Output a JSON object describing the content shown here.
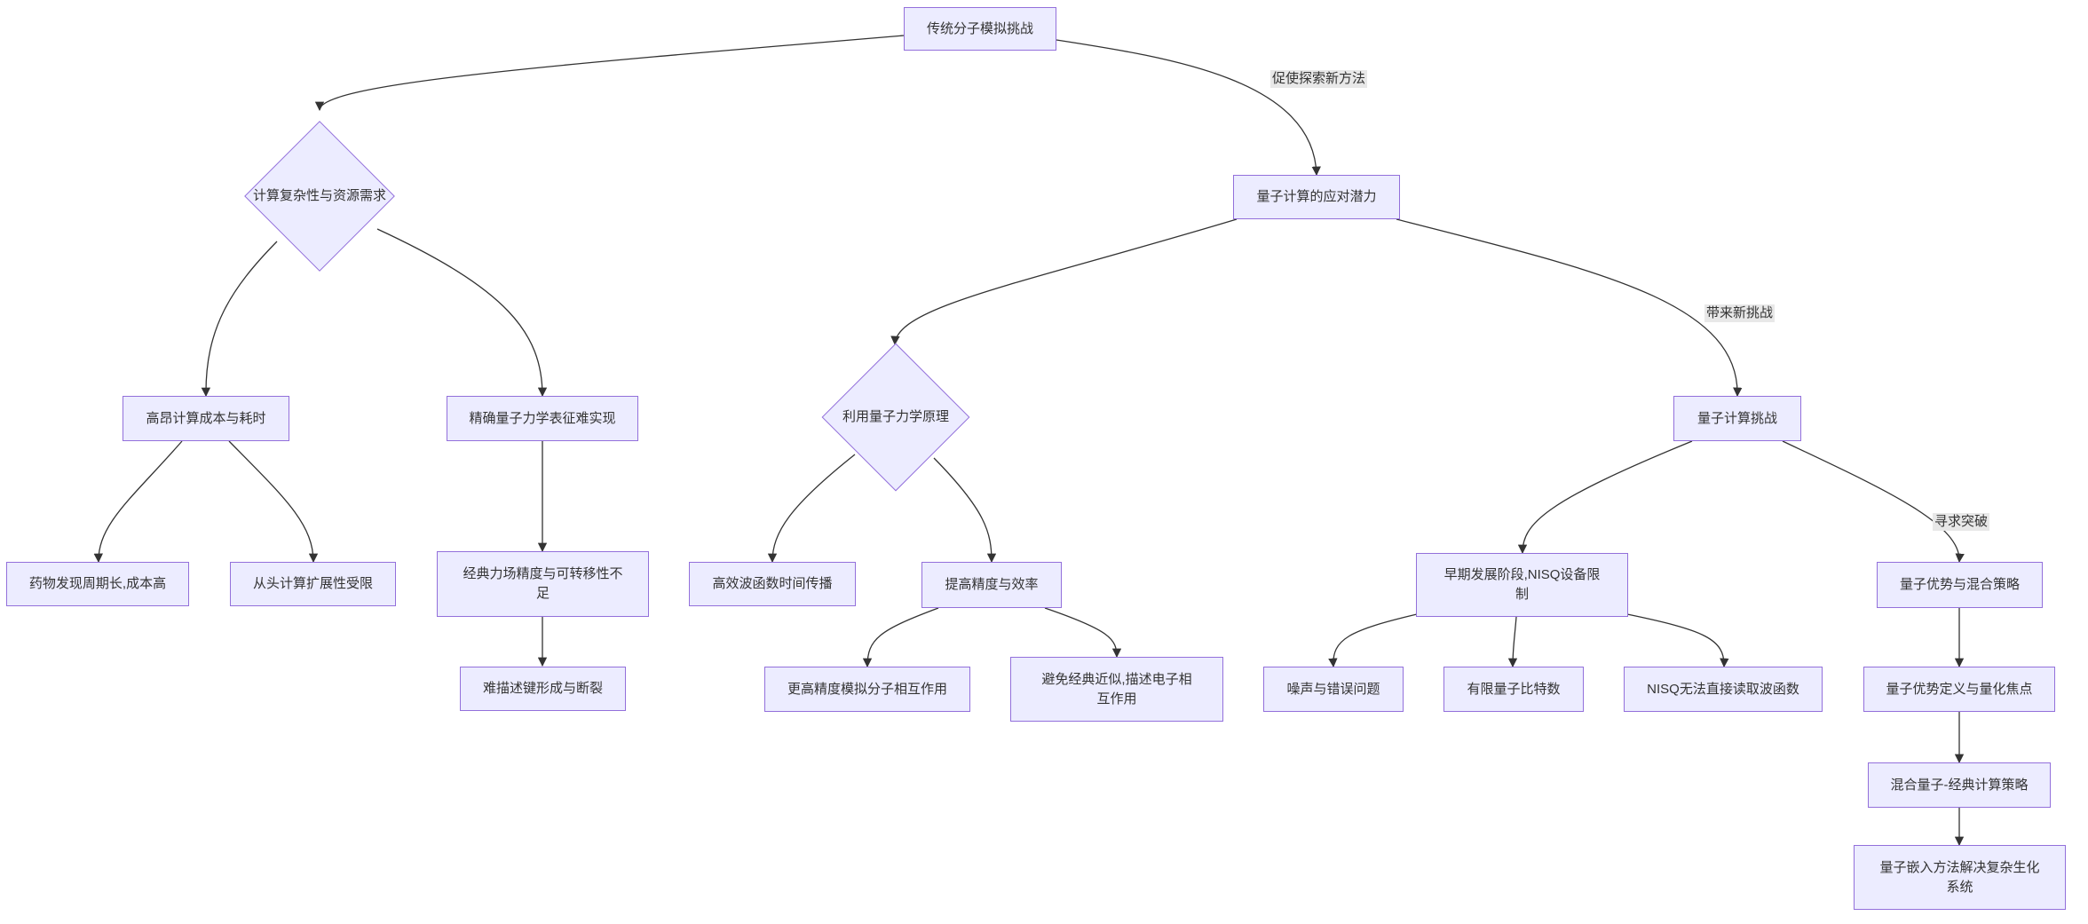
{
  "colors": {
    "node_fill": "#ECECFF",
    "node_border": "#9370DB",
    "edge": "#333333",
    "text": "#333333",
    "edge_label_bg": "#e8e8e8"
  },
  "nodes": {
    "root": "传统分子模拟挑战",
    "complexity": "计算复杂性与资源需求",
    "quantum_potential": "量子计算的应对潜力",
    "high_cost": "高昂计算成本与耗时",
    "accurate_qm": "精确量子力学表征难实现",
    "use_qm": "利用量子力学原理",
    "quantum_challenges": "量子计算挑战",
    "drug_cycle": "药物发现周期长,成本高",
    "ab_initio": "从头计算扩展性受限",
    "force_field": "经典力场精度与可转移性不足",
    "bond": "难描述键形成与断裂",
    "wavefunction": "高效波函数时间传播",
    "precision": "提高精度与效率",
    "interaction": "更高精度模拟分子相互作用",
    "avoid_approx": "避免经典近似,描述电子相互作用",
    "nisq": "早期发展阶段,NISQ设备限制",
    "advantage_hybrid": "量子优势与混合策略",
    "noise": "噪声与错误问题",
    "limited_qubits": "有限量子比特数",
    "readout": "NISQ无法直接读取波函数",
    "advantage_def": "量子优势定义与量化焦点",
    "hybrid": "混合量子-经典计算策略",
    "embedding": "量子嵌入方法解决复杂生化系统"
  },
  "edge_labels": {
    "spur": "促使探索新方法",
    "bring": "带来新挑战",
    "seek": "寻求突破"
  }
}
